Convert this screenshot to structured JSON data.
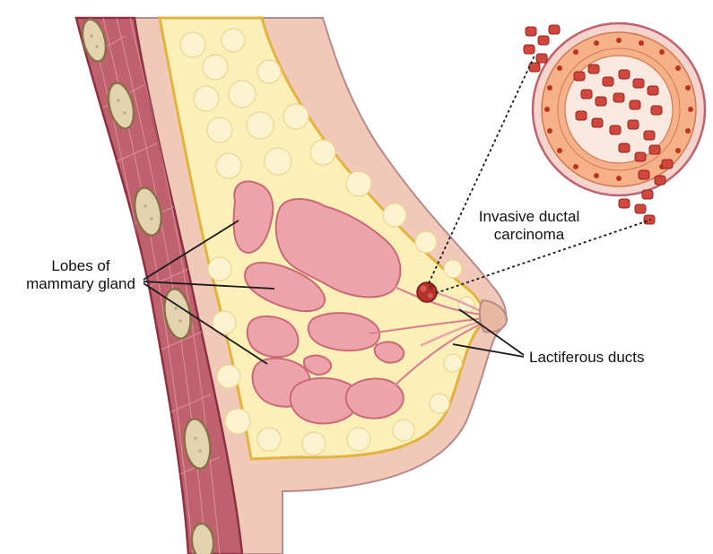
{
  "labels": {
    "lobes": {
      "line1": "Lobes of",
      "line2": "mammary gland"
    },
    "carcinoma": {
      "line1": "Invasive ductal",
      "line2": "carcinoma"
    },
    "ducts": "Lactiferous ducts"
  },
  "colors": {
    "skin": "#f0c9b8",
    "skin_outline": "#b7898a",
    "muscle": "#c0616e",
    "muscle_dark": "#8c3042",
    "fat": "#fcefb8",
    "fat_lobule": "#fbf3cf",
    "fat_outline": "#e2b33d",
    "gland": "#eda3aa",
    "gland_outline": "#c96a76",
    "rib": "#e3d3ae",
    "rib_outline": "#8a6f48",
    "tumor": "#b3332b",
    "duct_wall": "#e8925c",
    "cell_nucleus": "#b8361e",
    "cancer_cell": "#d2463c",
    "leader_line": "#1a1a1a"
  }
}
